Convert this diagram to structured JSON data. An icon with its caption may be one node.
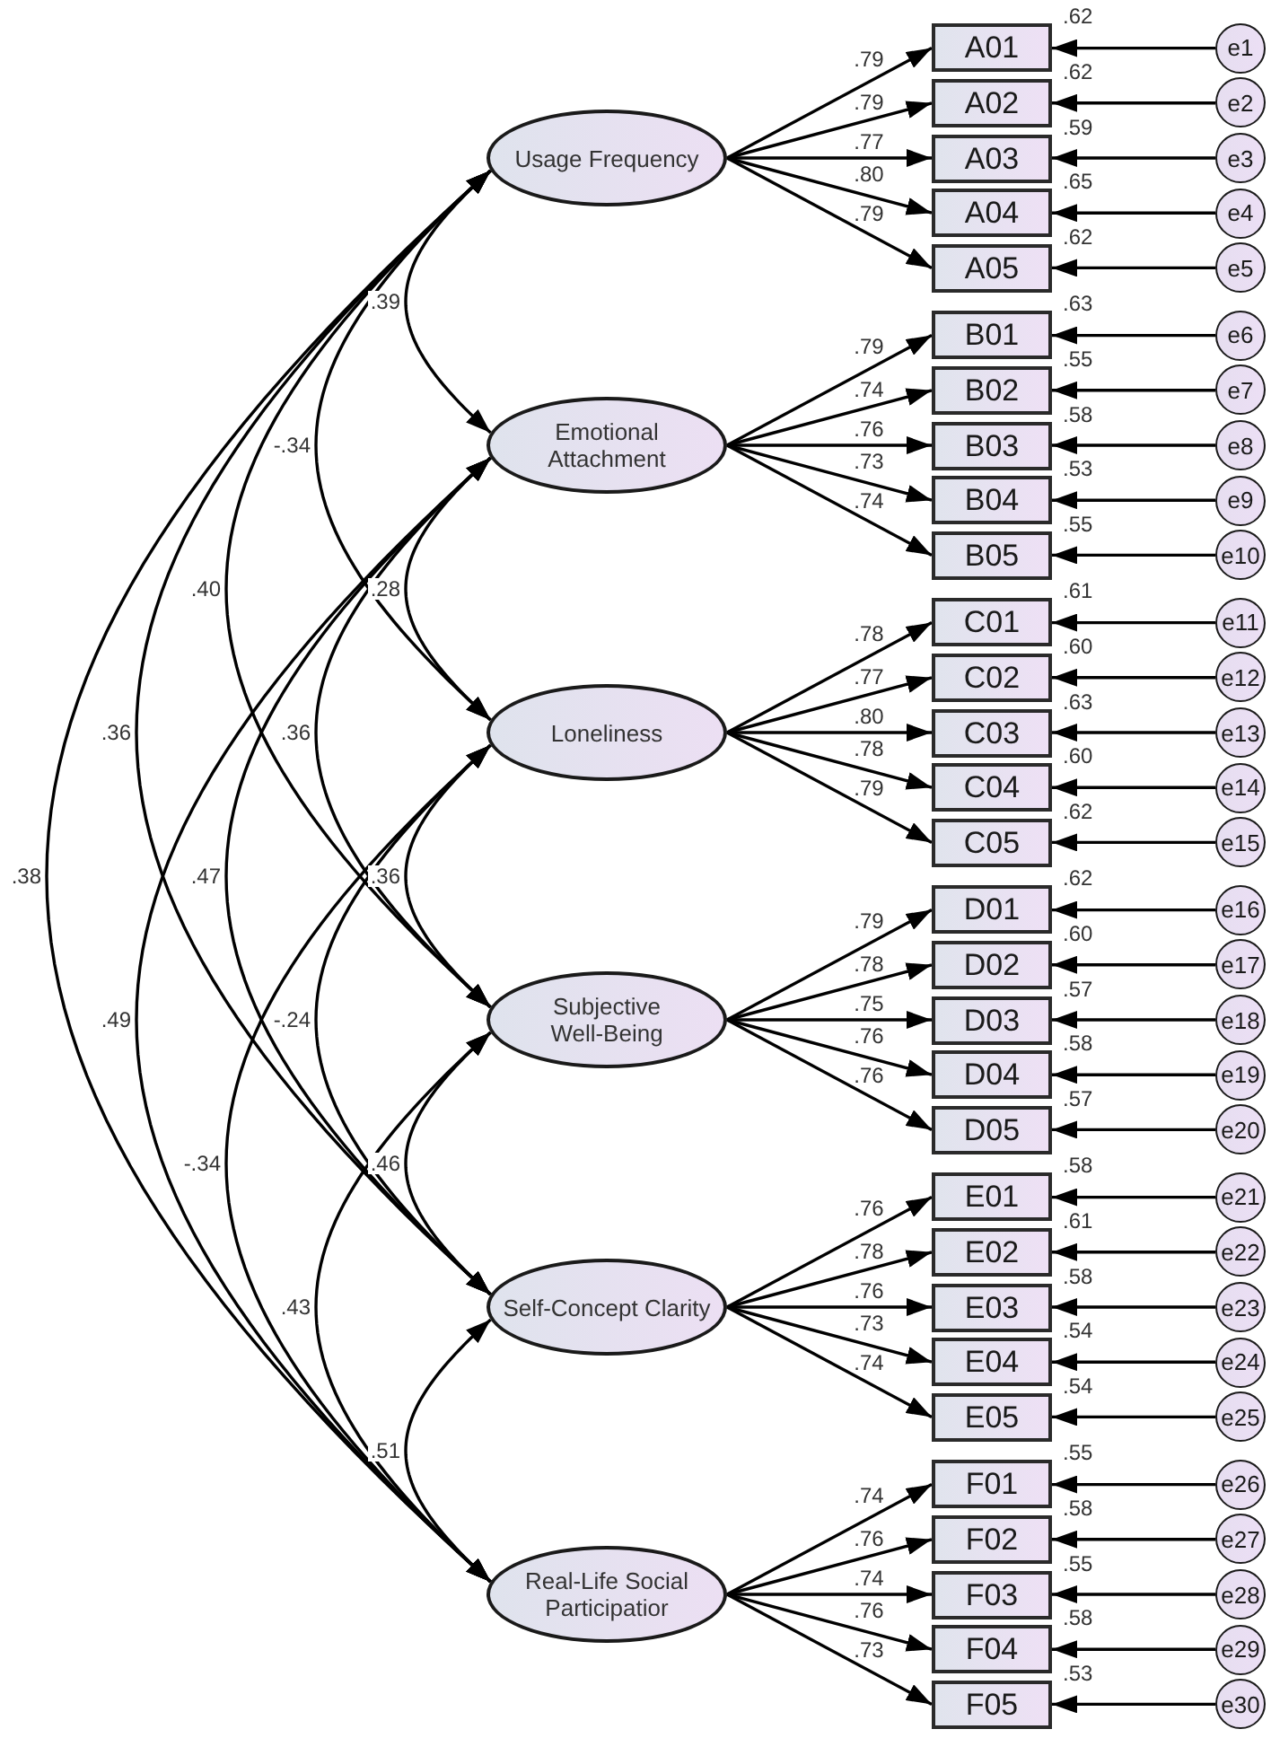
{
  "diagram": {
    "nodes": [
      {
        "text": [
          "Usage Frequency"
        ]
      },
      {
        "text": [
          "Emotional Attachment"
        ]
      },
      {
        "text": [
          "Loneliness"
        ]
      },
      {
        "text": [
          "Subjective Well-Being"
        ]
      },
      {
        "text": [
          "Self-Concept Clarity"
        ]
      },
      {
        "text": [
          "Real-Life Social Participatior"
        ]
      },
      {
        "text": [
          "A01"
        ],
        "beside": [
          ".62"
        ]
      },
      {
        "text": [
          "A02"
        ],
        "beside": [
          ".62"
        ]
      },
      {
        "text": [
          "A03"
        ],
        "beside": [
          ".59"
        ]
      },
      {
        "text": [
          "A04"
        ],
        "beside": [
          ".65"
        ]
      },
      {
        "text": [
          "A05"
        ],
        "beside": [
          ".62"
        ]
      },
      {
        "text": [
          "B01"
        ],
        "beside": [
          ".63"
        ]
      },
      {
        "text": [
          "B02"
        ],
        "beside": [
          ".55"
        ]
      },
      {
        "text": [
          "B03"
        ],
        "beside": [
          ".58"
        ]
      },
      {
        "text": [
          "B04"
        ],
        "beside": [
          ".53"
        ]
      },
      {
        "text": [
          "B05"
        ],
        "beside": [
          ".55"
        ]
      },
      {
        "text": [
          "C01"
        ],
        "beside": [
          ".61"
        ]
      },
      {
        "text": [
          "C02"
        ],
        "beside": [
          ".60"
        ]
      },
      {
        "text": [
          "C03"
        ],
        "beside": [
          ".63"
        ]
      },
      {
        "text": [
          "C04"
        ],
        "beside": [
          ".60"
        ]
      },
      {
        "text": [
          "C05"
        ],
        "beside": [
          ".62"
        ]
      },
      {
        "text": [
          "D01"
        ],
        "beside": [
          ".62"
        ]
      },
      {
        "text": [
          "D02"
        ],
        "beside": [
          ".60"
        ]
      },
      {
        "text": [
          "D03"
        ],
        "beside": [
          ".57"
        ]
      },
      {
        "text": [
          "D04"
        ],
        "beside": [
          ".58"
        ]
      },
      {
        "text": [
          "D05"
        ],
        "beside": [
          ".57"
        ]
      },
      {
        "text": [
          "E01"
        ],
        "beside": [
          ".58"
        ]
      },
      {
        "text": [
          "E02"
        ],
        "beside": [
          ".61"
        ]
      },
      {
        "text": [
          "E03"
        ],
        "beside": [
          ".58"
        ]
      },
      {
        "text": [
          "E04"
        ],
        "beside": [
          ".54"
        ]
      },
      {
        "text": [
          "E05"
        ],
        "beside": [
          ".54"
        ]
      },
      {
        "text": [
          "F01"
        ],
        "beside": [
          ".55"
        ]
      },
      {
        "text": [
          "F02"
        ],
        "beside": [
          ".58"
        ]
      },
      {
        "text": [
          "F03"
        ],
        "beside": [
          ".55"
        ]
      },
      {
        "text": [
          "F04"
        ],
        "beside": [
          ".58"
        ]
      },
      {
        "text": [
          "F05"
        ],
        "beside": [
          ".53"
        ]
      },
      {
        "text": [
          "e1"
        ]
      },
      {
        "text": [
          "e2"
        ]
      },
      {
        "text": [
          "e3"
        ]
      },
      {
        "text": [
          "e4"
        ]
      },
      {
        "text": [
          "e5"
        ]
      },
      {
        "text": [
          "e6"
        ]
      },
      {
        "text": [
          "e7"
        ]
      },
      {
        "text": [
          "e8"
        ]
      },
      {
        "text": [
          "e9"
        ]
      },
      {
        "text": [
          "e10"
        ]
      },
      {
        "text": [
          "e11"
        ]
      },
      {
        "text": [
          "e12"
        ]
      },
      {
        "text": [
          "e13"
        ]
      },
      {
        "text": [
          "e14"
        ]
      },
      {
        "text": [
          "e15"
        ]
      },
      {
        "text": [
          "e16"
        ]
      },
      {
        "text": [
          "e17"
        ]
      },
      {
        "text": [
          "e18"
        ]
      },
      {
        "text": [
          "e19"
        ]
      },
      {
        "text": [
          "e20"
        ]
      },
      {
        "text": [
          "e21"
        ]
      },
      {
        "text": [
          "e22"
        ]
      },
      {
        "text": [
          "e23"
        ]
      },
      {
        "text": [
          "e24"
        ]
      },
      {
        "text": [
          "e25"
        ]
      },
      {
        "text": [
          "e26"
        ]
      },
      {
        "text": [
          "e27"
        ]
      },
      {
        "text": [
          "e28"
        ]
      },
      {
        "text": [
          "e29"
        ]
      },
      {
        "text": [
          "e30"
        ]
      }
    ],
    "edges": [
      {
        "from": 0,
        "to": 6,
        "arrow": "to",
        "label": ".79"
      },
      {
        "from": 0,
        "to": 7,
        "arrow": "to",
        "label": ".79"
      },
      {
        "from": 0,
        "to": 8,
        "arrow": "to",
        "label": ".77"
      },
      {
        "from": 0,
        "to": 9,
        "arrow": "to",
        "label": ".80"
      },
      {
        "from": 0,
        "to": 10,
        "arrow": "to",
        "label": ".79"
      },
      {
        "from": 1,
        "to": 11,
        "arrow": "to",
        "label": ".79"
      },
      {
        "from": 1,
        "to": 12,
        "arrow": "to",
        "label": ".74"
      },
      {
        "from": 1,
        "to": 13,
        "arrow": "to",
        "label": ".76"
      },
      {
        "from": 1,
        "to": 14,
        "arrow": "to",
        "label": ".73"
      },
      {
        "from": 1,
        "to": 15,
        "arrow": "to",
        "label": ".74"
      },
      {
        "from": 2,
        "to": 16,
        "arrow": "to",
        "label": ".78"
      },
      {
        "from": 2,
        "to": 17,
        "arrow": "to",
        "label": ".77"
      },
      {
        "from": 2,
        "to": 18,
        "arrow": "to",
        "label": ".80"
      },
      {
        "from": 2,
        "to": 19,
        "arrow": "to",
        "label": ".78"
      },
      {
        "from": 2,
        "to": 20,
        "arrow": "to",
        "label": ".79"
      },
      {
        "from": 3,
        "to": 21,
        "arrow": "to",
        "label": ".79"
      },
      {
        "from": 3,
        "to": 22,
        "arrow": "to",
        "label": ".78"
      },
      {
        "from": 3,
        "to": 23,
        "arrow": "to",
        "label": ".75"
      },
      {
        "from": 3,
        "to": 24,
        "arrow": "to",
        "label": ".76"
      },
      {
        "from": 3,
        "to": 25,
        "arrow": "to",
        "label": ".76"
      },
      {
        "from": 4,
        "to": 26,
        "arrow": "to",
        "label": ".76"
      },
      {
        "from": 4,
        "to": 27,
        "arrow": "to",
        "label": ".78"
      },
      {
        "from": 4,
        "to": 28,
        "arrow": "to",
        "label": ".76"
      },
      {
        "from": 4,
        "to": 29,
        "arrow": "to",
        "label": ".73"
      },
      {
        "from": 4,
        "to": 30,
        "arrow": "to",
        "label": ".74"
      },
      {
        "from": 5,
        "to": 31,
        "arrow": "to",
        "label": ".74"
      },
      {
        "from": 5,
        "to": 32,
        "arrow": "to",
        "label": ".76"
      },
      {
        "from": 5,
        "to": 33,
        "arrow": "to",
        "label": ".74"
      },
      {
        "from": 5,
        "to": 34,
        "arrow": "to",
        "label": ".76"
      },
      {
        "from": 5,
        "to": 35,
        "arrow": "to",
        "label": ".73"
      },
      {
        "from": 36,
        "to": 6,
        "arrow": "to"
      },
      {
        "from": 37,
        "to": 7,
        "arrow": "to"
      },
      {
        "from": 38,
        "to": 8,
        "arrow": "to"
      },
      {
        "from": 39,
        "to": 9,
        "arrow": "to"
      },
      {
        "from": 40,
        "to": 10,
        "arrow": "to"
      },
      {
        "from": 41,
        "to": 11,
        "arrow": "to"
      },
      {
        "from": 42,
        "to": 12,
        "arrow": "to"
      },
      {
        "from": 43,
        "to": 13,
        "arrow": "to"
      },
      {
        "from": 44,
        "to": 14,
        "arrow": "to"
      },
      {
        "from": 45,
        "to": 15,
        "arrow": "to"
      },
      {
        "from": 46,
        "to": 16,
        "arrow": "to"
      },
      {
        "from": 47,
        "to": 17,
        "arrow": "to"
      },
      {
        "from": 48,
        "to": 18,
        "arrow": "to"
      },
      {
        "from": 49,
        "to": 19,
        "arrow": "to"
      },
      {
        "from": 50,
        "to": 20,
        "arrow": "to"
      },
      {
        "from": 51,
        "to": 21,
        "arrow": "to"
      },
      {
        "from": 52,
        "to": 22,
        "arrow": "to"
      },
      {
        "from": 53,
        "to": 23,
        "arrow": "to"
      },
      {
        "from": 54,
        "to": 24,
        "arrow": "to"
      },
      {
        "from": 55,
        "to": 25,
        "arrow": "to"
      },
      {
        "from": 56,
        "to": 26,
        "arrow": "to"
      },
      {
        "from": 57,
        "to": 27,
        "arrow": "to"
      },
      {
        "from": 58,
        "to": 28,
        "arrow": "to"
      },
      {
        "from": 59,
        "to": 29,
        "arrow": "to"
      },
      {
        "from": 60,
        "to": 30,
        "arrow": "to"
      },
      {
        "from": 61,
        "to": 31,
        "arrow": "to"
      },
      {
        "from": 62,
        "to": 32,
        "arrow": "to"
      },
      {
        "from": 63,
        "to": 33,
        "arrow": "to"
      },
      {
        "from": 64,
        "to": 34,
        "arrow": "to"
      },
      {
        "from": 65,
        "to": 35,
        "arrow": "to"
      },
      {
        "from": 0,
        "to": 1,
        "arrow": "both",
        "label": ".39"
      },
      {
        "from": 0,
        "to": 2,
        "arrow": "both",
        "label": "-.34"
      },
      {
        "from": 0,
        "to": 3,
        "arrow": "both",
        "label": ".40"
      },
      {
        "from": 0,
        "to": 4,
        "arrow": "both",
        "label": ".36"
      },
      {
        "from": 0,
        "to": 5,
        "arrow": "both",
        "label": ".38"
      },
      {
        "from": 1,
        "to": 2,
        "arrow": "both",
        "label": ".28"
      },
      {
        "from": 1,
        "to": 3,
        "arrow": "both",
        "label": ".36"
      },
      {
        "from": 1,
        "to": 4,
        "arrow": "both",
        "label": ".47"
      },
      {
        "from": 1,
        "to": 5,
        "arrow": "both",
        "label": ".49"
      },
      {
        "from": 2,
        "to": 3,
        "arrow": "both",
        "label": ".36"
      },
      {
        "from": 2,
        "to": 4,
        "arrow": "both",
        "label": "-.24"
      },
      {
        "from": 2,
        "to": 5,
        "arrow": "both",
        "label": "-.34"
      },
      {
        "from": 3,
        "to": 4,
        "arrow": "both",
        "label": ".46"
      },
      {
        "from": 3,
        "to": 5,
        "arrow": "both",
        "label": ".43"
      },
      {
        "from": 4,
        "to": 5,
        "arrow": "both",
        "label": ".51"
      }
    ]
  }
}
